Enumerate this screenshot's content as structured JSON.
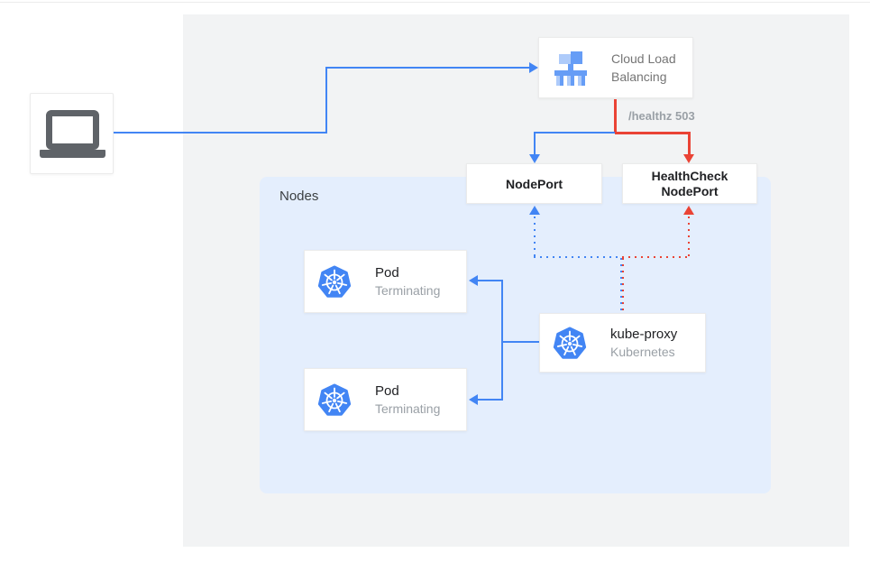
{
  "diagram": {
    "title_context": "Kubernetes external load balancing with terminating pods",
    "client": {
      "icon": "laptop-icon"
    },
    "clb": {
      "title": "Cloud Load Balancing",
      "icon": "load-balancer-icon"
    },
    "healthz": {
      "label": "/healthz 503"
    },
    "nodeport": {
      "label": "NodePort"
    },
    "healthcheck": {
      "label": "HealthCheck NodePort"
    },
    "nodes": {
      "label": "Nodes"
    },
    "pods": [
      {
        "title": "Pod",
        "subtitle": "Terminating",
        "icon": "kubernetes-icon"
      },
      {
        "title": "Pod",
        "subtitle": "Terminating",
        "icon": "kubernetes-icon"
      }
    ],
    "kube_proxy": {
      "title": "kube-proxy",
      "subtitle": "Kubernetes",
      "icon": "kubernetes-icon"
    },
    "colors": {
      "accent_blue": "#4285f4",
      "status_red": "#ea4335",
      "nodes_panel_bg": "#e4eefd",
      "outer_panel_bg": "#f2f3f4",
      "muted_text": "#9aa0a6",
      "icon_gray": "#5f6368"
    }
  }
}
